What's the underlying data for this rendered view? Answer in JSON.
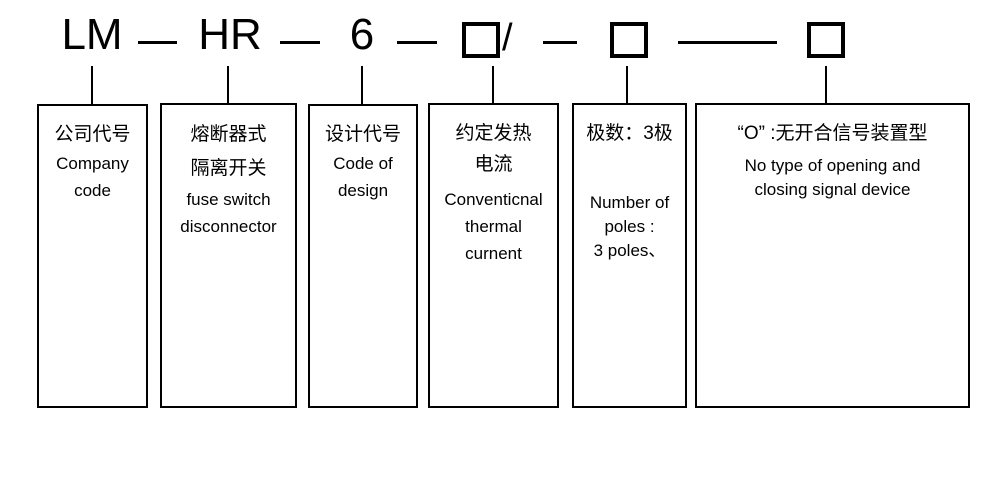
{
  "formula": {
    "company_code": "LM",
    "type_code": "HR",
    "design_code": "6",
    "slash": "/",
    "separator_glyph": "—",
    "long_separator_glyph": "——",
    "placeholder_square_count": 3
  },
  "boxes": [
    {
      "name": "company-code",
      "lines": [
        "公司代号",
        "Company",
        "code"
      ]
    },
    {
      "name": "fuse-switch-disconnector",
      "lines": [
        "熔断器式",
        "隔离开关",
        "fuse switch",
        "disconnector"
      ]
    },
    {
      "name": "code-of-design",
      "lines": [
        "设计代号",
        "Code of",
        "design"
      ]
    },
    {
      "name": "conventional-thermal-current",
      "lines": [
        "约定发热",
        "电流",
        "Conventicnal",
        "thermal",
        "curnent"
      ]
    },
    {
      "name": "number-of-poles",
      "lines": [
        "极数：3极",
        "Number of",
        "poles :",
        "3 poles、"
      ]
    },
    {
      "name": "signal-device-type",
      "lines": [
        "“O” :无开合信号装置型",
        "No type of opening and",
        "closing signal device"
      ]
    }
  ],
  "colors": {
    "ink": "#000000",
    "background": "#ffffff"
  }
}
